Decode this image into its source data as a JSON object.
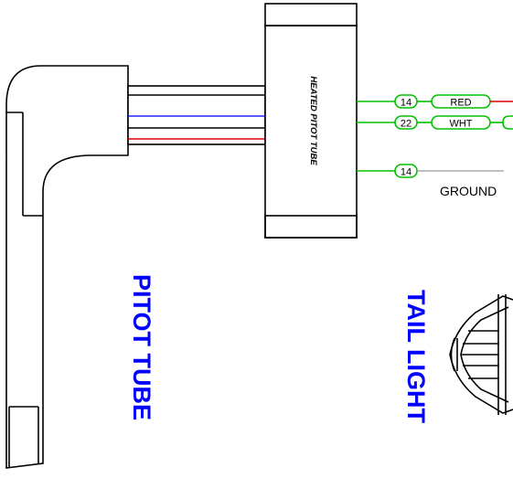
{
  "component_box": {
    "label": "HEATED PITOT TUBE"
  },
  "wires": [
    {
      "gauge": "14",
      "color_name": "RED",
      "line_color": "#e00000"
    },
    {
      "gauge": "22",
      "color_name": "WHT",
      "line_color": "#00c000"
    },
    {
      "gauge": "14",
      "color_name": "GROUND",
      "line_color": "#999999"
    }
  ],
  "labels": {
    "pitot_tube": "PITOT TUBE",
    "tail_light": "TAIL LIGHT"
  },
  "colors": {
    "accent_blue": "#0000ff",
    "wire_green": "#00c000",
    "wire_red": "#e00000",
    "wire_blue": "#2020ff"
  }
}
